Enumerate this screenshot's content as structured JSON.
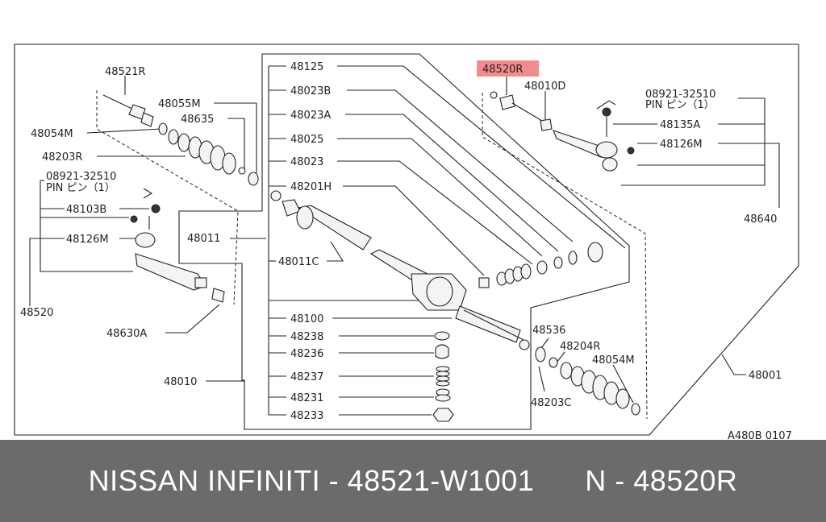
{
  "colors": {
    "highlight": "#f28b8b",
    "banner_bg": "#6b6b6b",
    "banner_text": "#ffffff",
    "line": "#222222"
  },
  "callouts": {
    "p48521R": "48521R",
    "p48055M": "48055M",
    "p48054M_left": "48054M",
    "p48635": "48635",
    "p48203R": "48203R",
    "pin_left_number": "08921-32510",
    "pin_left_text": "PIN ピン（1）",
    "p48103B": "48103B",
    "p48126M_left": "48126M",
    "p48520": "48520",
    "p48630A": "48630A",
    "p48011": "48011",
    "p48010": "48010",
    "p48125": "48125",
    "p48023B": "48023B",
    "p48023A": "48023A",
    "p48025": "48025",
    "p48023": "48023",
    "p48201H": "48201H",
    "p48011C": "48011C",
    "p48100": "48100",
    "p48238": "48238",
    "p48236": "48236",
    "p48237": "48237",
    "p48231": "48231",
    "p48233": "48233",
    "p48520R": "48520R",
    "p48010D": "48010D",
    "pin_right_number": "08921-32510",
    "pin_right_text": "PIN ピン（1）",
    "p48135A": "48135A",
    "p48126M_right": "48126M",
    "p48640": "48640",
    "p48536": "48536",
    "p48204R": "48204R",
    "p48054M_right": "48054M",
    "p48203C": "48203C",
    "p48001": "48001"
  },
  "diagram_code": "A480B 0107",
  "banner_text": "NISSAN INFINITI - 48521-W1001      N - 48520R"
}
